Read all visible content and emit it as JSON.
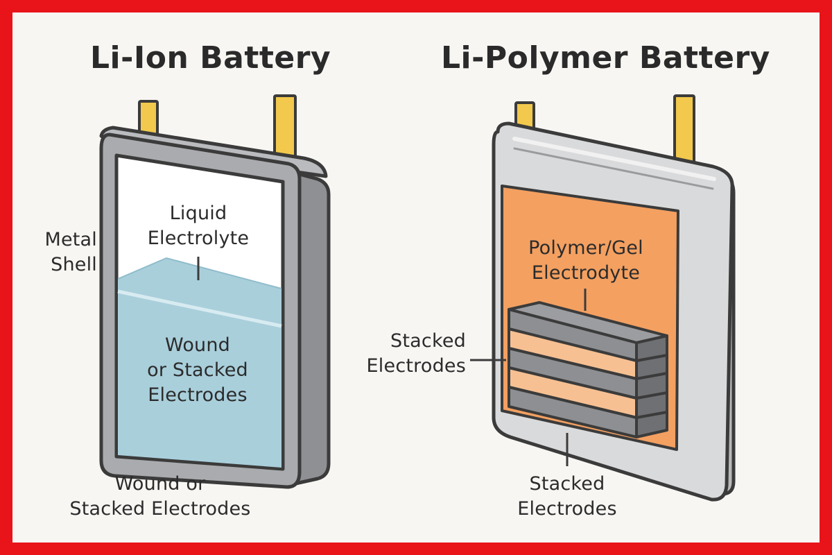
{
  "colors": {
    "frame": "#e8141a",
    "background": "#f8f6f3",
    "outline": "#3b3b3b",
    "metal_shell": "#a9abae",
    "metal_shell_side": "#8e9094",
    "liquid_electrolyte": "#a9cfdb",
    "pouch": "#d9dadb",
    "polymer_gel": "#f3a061",
    "electrode_gray": "#8e8f92",
    "electrode_orange": "#f7c092",
    "terminal_tab": "#f2c94c"
  },
  "li_ion": {
    "title": "Li-Ion Battery",
    "metal_shell_label": [
      "Metal",
      "Shell"
    ],
    "liquid_label": [
      "Liquid",
      "Electrolyte"
    ],
    "inner_label": [
      "Wound",
      "or Stacked",
      "Electrodes"
    ],
    "bottom_label": [
      "Wound or",
      "Stacked Electrodes"
    ]
  },
  "li_polymer": {
    "title": "Li-Polymer Battery",
    "gel_label": [
      "Polymer/Gel",
      "Electrodyte"
    ],
    "side_label": [
      "Stacked",
      "Electrodes"
    ],
    "bottom_label": [
      "Stacked",
      "Electrodes"
    ]
  }
}
